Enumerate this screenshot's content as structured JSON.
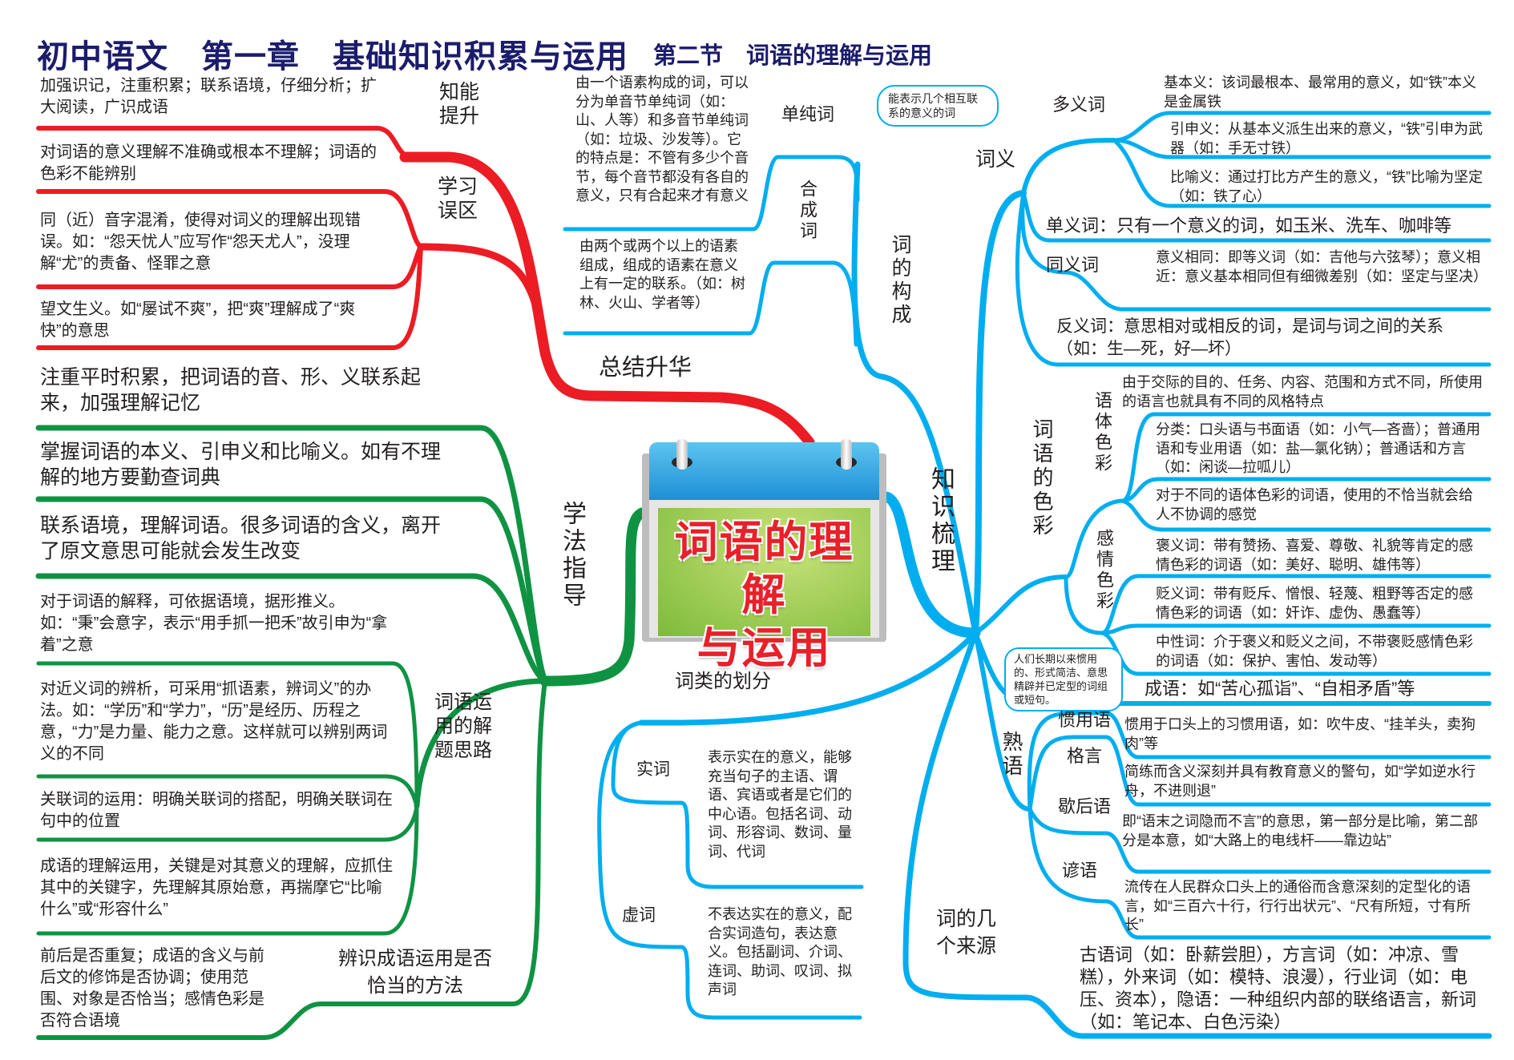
{
  "header": {
    "title": "初中语文　第一章　基础知识积累与运用",
    "subtitle": "第二节　词语的理解与运用"
  },
  "center": {
    "title_line1": "词语的理解",
    "title_line2": "与运用"
  },
  "colors": {
    "red": "#ec1c24",
    "green": "#0f9343",
    "blue": "#00aeef",
    "title": "#1b1c6b"
  },
  "summary": {
    "label": "总结升华",
    "ability": {
      "label": "知能提升",
      "text": "加强识记，注重积累；联系语境，仔细分析；扩大阅读，广识成语"
    },
    "mistakes": {
      "label": "学习误区",
      "items": [
        "对词语的意义理解不准确或根本不理解；词语的色彩不能辨别",
        "同（近）音字混淆，使得对词义的理解出现错误。如：“怨天忧人”应写作“怨天尤人”，没理解“尤”的责备、怪罪之意",
        "望文生义。如“屡试不爽”，把“爽”理解成了“爽快”的意思"
      ]
    }
  },
  "method": {
    "label": "学法指导",
    "items": [
      "注重平时积累，把词语的音、形、义联系起来，加强理解记忆",
      "掌握词语的本义、引申义和比喻义。如有不理解的地方要勤查词典",
      "联系语境，理解词语。很多词语的含义，离开了原文意思可能就会发生改变"
    ],
    "approach": {
      "label": "词语运用的解题思路",
      "items": [
        "对于词语的解释，可依据语境，据形推义。如：“秉”会意字，表示“用手抓一把禾”故引申为“拿着”之意",
        "对近义词的辨析，可采用“抓语素，辨词义”的办法。如：“学历”和“学力”，“历”是经历、历程之意，“力”是力量、能力之意。这样就可以辨别两词义的不同",
        "关联词的运用：明确关联词的搭配，明确关联词在句中的位置",
        "成语的理解运用，关键是对其意义的理解，应抓住其中的关键字，先理解其原始意，再揣摩它“比喻什么”或“形容什么”"
      ]
    },
    "idiom_check": {
      "label": "辨识成语运用是否恰当的方法",
      "text": "前后是否重复；成语的含义与前后文的修饰是否协调；使用范围、对象是否恰当；感情色彩是否符合语境"
    }
  },
  "knowledge": {
    "label": "知识梳理",
    "formation": {
      "label": "词的构成",
      "simple": {
        "label": "单纯词",
        "text": "由一个语素构成的词，可以分为单音节单纯词（如：山、人等）和多音节单纯词（如：垃圾、沙发等）。它的特点是：不管有多少个音节，每个音节都没有各自的意义，只有合起来才有意义"
      },
      "compound": {
        "label": "合成词",
        "text": "由两个或两个以上的语素组成，组成的语素在意义上有一定的联系。（如：树林、火山、学者等）"
      }
    },
    "meaning": {
      "label": "词义",
      "polysemy": {
        "label": "多义词",
        "note": "能表示几个相互联系的意义的词",
        "items": [
          "基本义：该词最根本、最常用的意义，如“铁”本义是金属铁",
          "引申义：从基本义派生出来的意义，“铁”引申为武器（如：手无寸铁）",
          "比喻义：通过打比方产生的意义，“铁”比喻为坚定（如：铁了心）"
        ]
      },
      "monosemy": "单义词：只有一个意义的词，如玉米、洗车、咖啡等",
      "synonym": {
        "label": "同义词",
        "text": "意义相同：即等义词（如：吉他与六弦琴）；意义相近：意义基本相同但有细微差别（如：坚定与坚决）"
      },
      "antonym": "反义词：意思相对或相反的词，是词与词之间的关系（如：生—死，好—坏）"
    },
    "color": {
      "label": "词语的色彩",
      "style": {
        "label": "语体色彩",
        "items": [
          "由于交际的目的、任务、内容、范围和方式不同，所使用的语言也就具有不同的风格特点",
          "分类：口头语与书面语（如：小气—吝啬）；普通用语和专业用语（如：盐—氯化钠）；普通话和方言（如：闲谈—拉呱儿）",
          "对于不同的语体色彩的词语，使用的不恰当就会给人不协调的感觉"
        ]
      },
      "emotion": {
        "label": "感情色彩",
        "items": [
          "褒义词：带有赞扬、喜爱、尊敬、礼貌等肯定的感情色彩的词语（如：美好、聪明、雄伟等）",
          "贬义词：带有贬斥、憎恨、轻蔑、粗野等否定的感情色彩的词语（如：奸诈、虚伪、愚蠢等）",
          "中性词：介于褒义和贬义之间，不带褒贬感情色彩的词语（如：保护、害怕、发动等）"
        ]
      }
    },
    "set_phrases": {
      "label": "熟语",
      "idiom_note": "人们长期以来惯用的、形式简洁、意思精辟并已定型的词组或短句。",
      "idiom": "成语：如“苦心孤诣”、“自相矛盾”等",
      "items": [
        {
          "label": "惯用语",
          "text": "惯用于口头上的习惯用语，如：吹牛皮、“挂羊头，卖狗肉”等"
        },
        {
          "label": "格言",
          "text": "简练而含义深刻并具有教育意义的警句，如“学如逆水行舟，不进则退”"
        },
        {
          "label": "歇后语",
          "text": "即“语末之词隐而不言”的意思，第一部分是比喻，第二部分是本意，如“大路上的电线杆——靠边站”"
        },
        {
          "label": "谚语",
          "text": "流传在人民群众口头上的通俗而含意深刻的定型化的语言，如“三百六十行，行行出状元”、“尺有所短，寸有所长”"
        }
      ]
    },
    "sources": {
      "label": "词的几个来源",
      "text": "古语词（如：卧薪尝胆），方言词（如：冲凉、雪糕），外来词（如：模特、浪漫），行业词（如：电压、资本），隐语：一种组织内部的联络语言，新词（如：笔记本、白色污染）"
    },
    "word_class": {
      "label": "词类的划分",
      "content": {
        "label": "实词",
        "text": "表示实在的意义，能够充当句子的主语、谓语、宾语或者是它们的中心语。包括名词、动词、形容词、数词、量词、代词"
      },
      "function": {
        "label": "虚词",
        "text": "不表达实在的意义，配合实词造句，表达意义。包括副词、介词、连词、助词、叹词、拟声词"
      }
    }
  }
}
